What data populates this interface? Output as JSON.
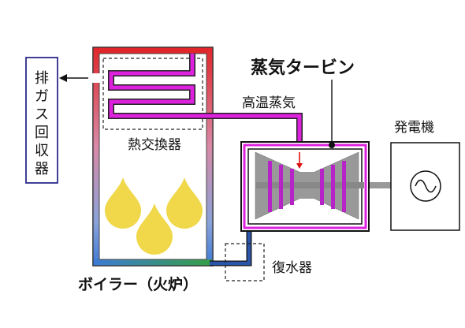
{
  "labels": {
    "exhaust_recovery": [
      "排",
      "ガ",
      "ス",
      "回",
      "収",
      "器"
    ],
    "heat_exchanger": "熱交換器",
    "boiler": "ボイラー（火炉）",
    "steam_turbine": "蒸気タービン",
    "hot_steam": "高温蒸気",
    "generator": "発電機",
    "condenser": "復水器"
  },
  "colors": {
    "steam_pipe": "#dd22dd",
    "turbine_fill": "#999999",
    "flame": "#f0d84a",
    "condensate_pipe": "#2a55a8",
    "arrow": "#dd1111"
  }
}
